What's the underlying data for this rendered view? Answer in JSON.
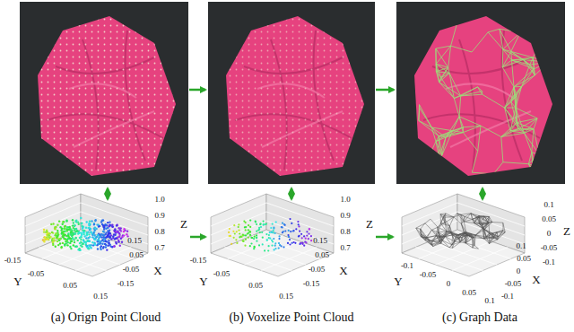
{
  "diagram": {
    "labels": [
      "1.0",
      "0.9",
      "0.8",
      "0.7",
      "Z",
      "-0.15",
      "-0.05",
      "0.05",
      "0.15",
      "Y",
      "0.15",
      "0.05",
      "-0.05",
      "-0.15",
      "X",
      "1.0",
      "0.9",
      "0.8",
      "0.7",
      "Z",
      "-0.15",
      "-0.05",
      "0.05",
      "0.15",
      "Y",
      "0.15",
      "0.05",
      "-0.05",
      "-0.15",
      "X",
      "0.1",
      "0.05",
      "0",
      "-0.05",
      "-0.1",
      "Z",
      "-0.1",
      "-0.05",
      "0",
      "0.05",
      "0.1",
      "Y",
      "0.1",
      "0.05",
      "0",
      "-0.05",
      "-0.1",
      "X",
      "(a) Orign Point Cloud",
      "(b) Voxelize Point Cloud",
      "(c) Graph Data"
    ]
  }
}
